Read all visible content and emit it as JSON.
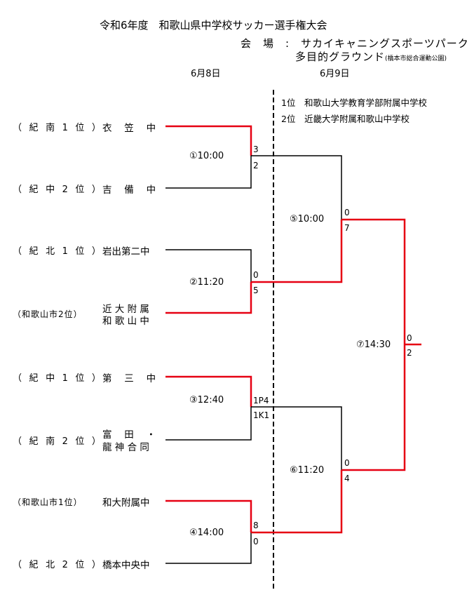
{
  "header": {
    "title": "令和6年度　和歌山県中学校サッカー選手権大会",
    "venue_label": "会　場　:　サカイキャニングスポーツパーク",
    "venue_line2": "多目的グラウンド",
    "venue_note": "(橋本市総合運動公園)",
    "date_day1": "6月8日",
    "date_day2": "6月9日"
  },
  "results": {
    "first": "1位　和歌山大学教育学部附属中学校",
    "second": "2位　近畿大学附属和歌山中学校"
  },
  "teams": [
    {
      "qual": "（ 紀 南 1 位 ）",
      "name": "衣　 笠　 中"
    },
    {
      "qual": "（ 紀 中 2 位 ）",
      "name": "吉　 備　 中"
    },
    {
      "qual": "（ 紀 北 1 位 ）",
      "name": "岩出第二中"
    },
    {
      "qual": "（和歌山市2位）",
      "name_line1": "近 大 附 属",
      "name_line2": "和 歌 山 中"
    },
    {
      "qual": "（ 紀 中 1 位 ）",
      "name": "第　 三　 中"
    },
    {
      "qual": "（ 紀 南 2 位 ）",
      "name_line1": "富　 田　 ・",
      "name_line2": "龍 神 合 同"
    },
    {
      "qual": "（和歌山市1位）",
      "name": "和大附属中"
    },
    {
      "qual": "（ 紀 北 2 位 ）",
      "name": "橋本中央中"
    }
  ],
  "matches": [
    {
      "label": "①10:00",
      "score_top": "3",
      "score_bottom": "2"
    },
    {
      "label": "②11:20",
      "score_top": "0",
      "score_bottom": "5"
    },
    {
      "label": "③12:40",
      "score_top": "1P4",
      "score_bottom": "1K1"
    },
    {
      "label": "④14:00",
      "score_top": "8",
      "score_bottom": "0"
    },
    {
      "label": "⑤10:00",
      "score_top": "0",
      "score_bottom": "7"
    },
    {
      "label": "⑥11:20",
      "score_top": "0",
      "score_bottom": "4"
    },
    {
      "label": "⑦14:30",
      "score_top": "0",
      "score_bottom": "2"
    }
  ],
  "colors": {
    "winner_line": "#e60012",
    "loser_line": "#000000"
  }
}
